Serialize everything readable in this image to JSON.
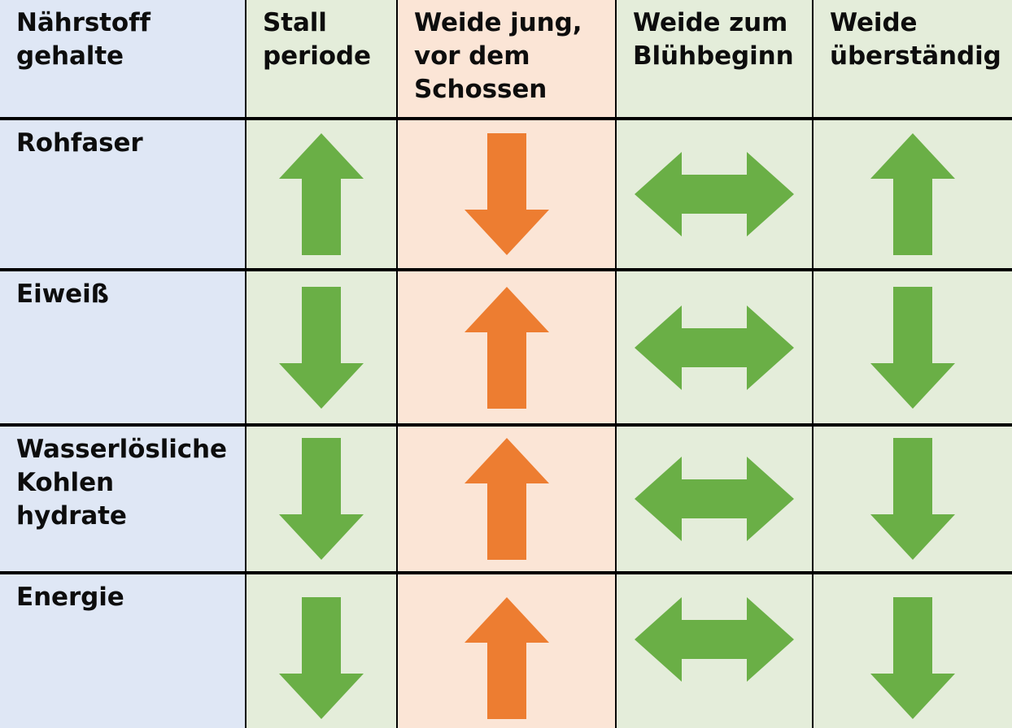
{
  "table": {
    "title_cell": "Nährstoff\ngehalte",
    "colors": {
      "label_column_bg": "#dfe7f5",
      "green_column_bg": "#e4edda",
      "peach_column_bg": "#fbe5d6",
      "arrow_green": "#6aaf46",
      "arrow_orange": "#ed7d31",
      "border": "#000000",
      "text": "#0d0d0d"
    },
    "columns": [
      {
        "label": "Nährstoff\ngehalte",
        "tint": "blue"
      },
      {
        "label": "Stall\nperiode",
        "tint": "green"
      },
      {
        "label": "Weide jung,\nvor dem\nSchossen",
        "tint": "peach"
      },
      {
        "label": "Weide zum\nBlühbeginn",
        "tint": "green"
      },
      {
        "label": "Weide\nüberständig",
        "tint": "green"
      }
    ],
    "rows": [
      {
        "label": "Rohfaser",
        "cells": [
          {
            "icon": "arrow-up-icon",
            "direction": "up",
            "color": "green",
            "meaning": "steigend"
          },
          {
            "icon": "arrow-down-icon",
            "direction": "down",
            "color": "orange",
            "meaning": "fallend"
          },
          {
            "icon": "arrow-left-right-icon",
            "direction": "horizontal",
            "color": "green",
            "meaning": "gleichbleibend"
          },
          {
            "icon": "arrow-up-icon",
            "direction": "up",
            "color": "green",
            "meaning": "steigend"
          }
        ]
      },
      {
        "label": "Eiweiß",
        "cells": [
          {
            "icon": "arrow-down-icon",
            "direction": "down",
            "color": "green",
            "meaning": "fallend"
          },
          {
            "icon": "arrow-up-icon",
            "direction": "up",
            "color": "orange",
            "meaning": "steigend"
          },
          {
            "icon": "arrow-left-right-icon",
            "direction": "horizontal",
            "color": "green",
            "meaning": "gleichbleibend"
          },
          {
            "icon": "arrow-down-icon",
            "direction": "down",
            "color": "green",
            "meaning": "fallend"
          }
        ]
      },
      {
        "label": "Wasserlösliche\nKohlen\nhydrate",
        "cells": [
          {
            "icon": "arrow-down-icon",
            "direction": "down",
            "color": "green",
            "meaning": "fallend"
          },
          {
            "icon": "arrow-up-icon",
            "direction": "up",
            "color": "orange",
            "meaning": "steigend"
          },
          {
            "icon": "arrow-left-right-icon",
            "direction": "horizontal",
            "color": "green",
            "meaning": "gleichbleibend"
          },
          {
            "icon": "arrow-down-icon",
            "direction": "down",
            "color": "green",
            "meaning": "fallend"
          }
        ]
      },
      {
        "label": "Energie",
        "cells": [
          {
            "icon": "arrow-down-icon",
            "direction": "down",
            "color": "green",
            "meaning": "fallend"
          },
          {
            "icon": "arrow-up-icon",
            "direction": "up",
            "color": "orange",
            "meaning": "steigend"
          },
          {
            "icon": "arrow-left-right-icon",
            "direction": "horizontal",
            "color": "green",
            "meaning": "gleichbleibend"
          },
          {
            "icon": "arrow-down-icon",
            "direction": "down",
            "color": "green",
            "meaning": "fallend"
          }
        ]
      }
    ]
  }
}
